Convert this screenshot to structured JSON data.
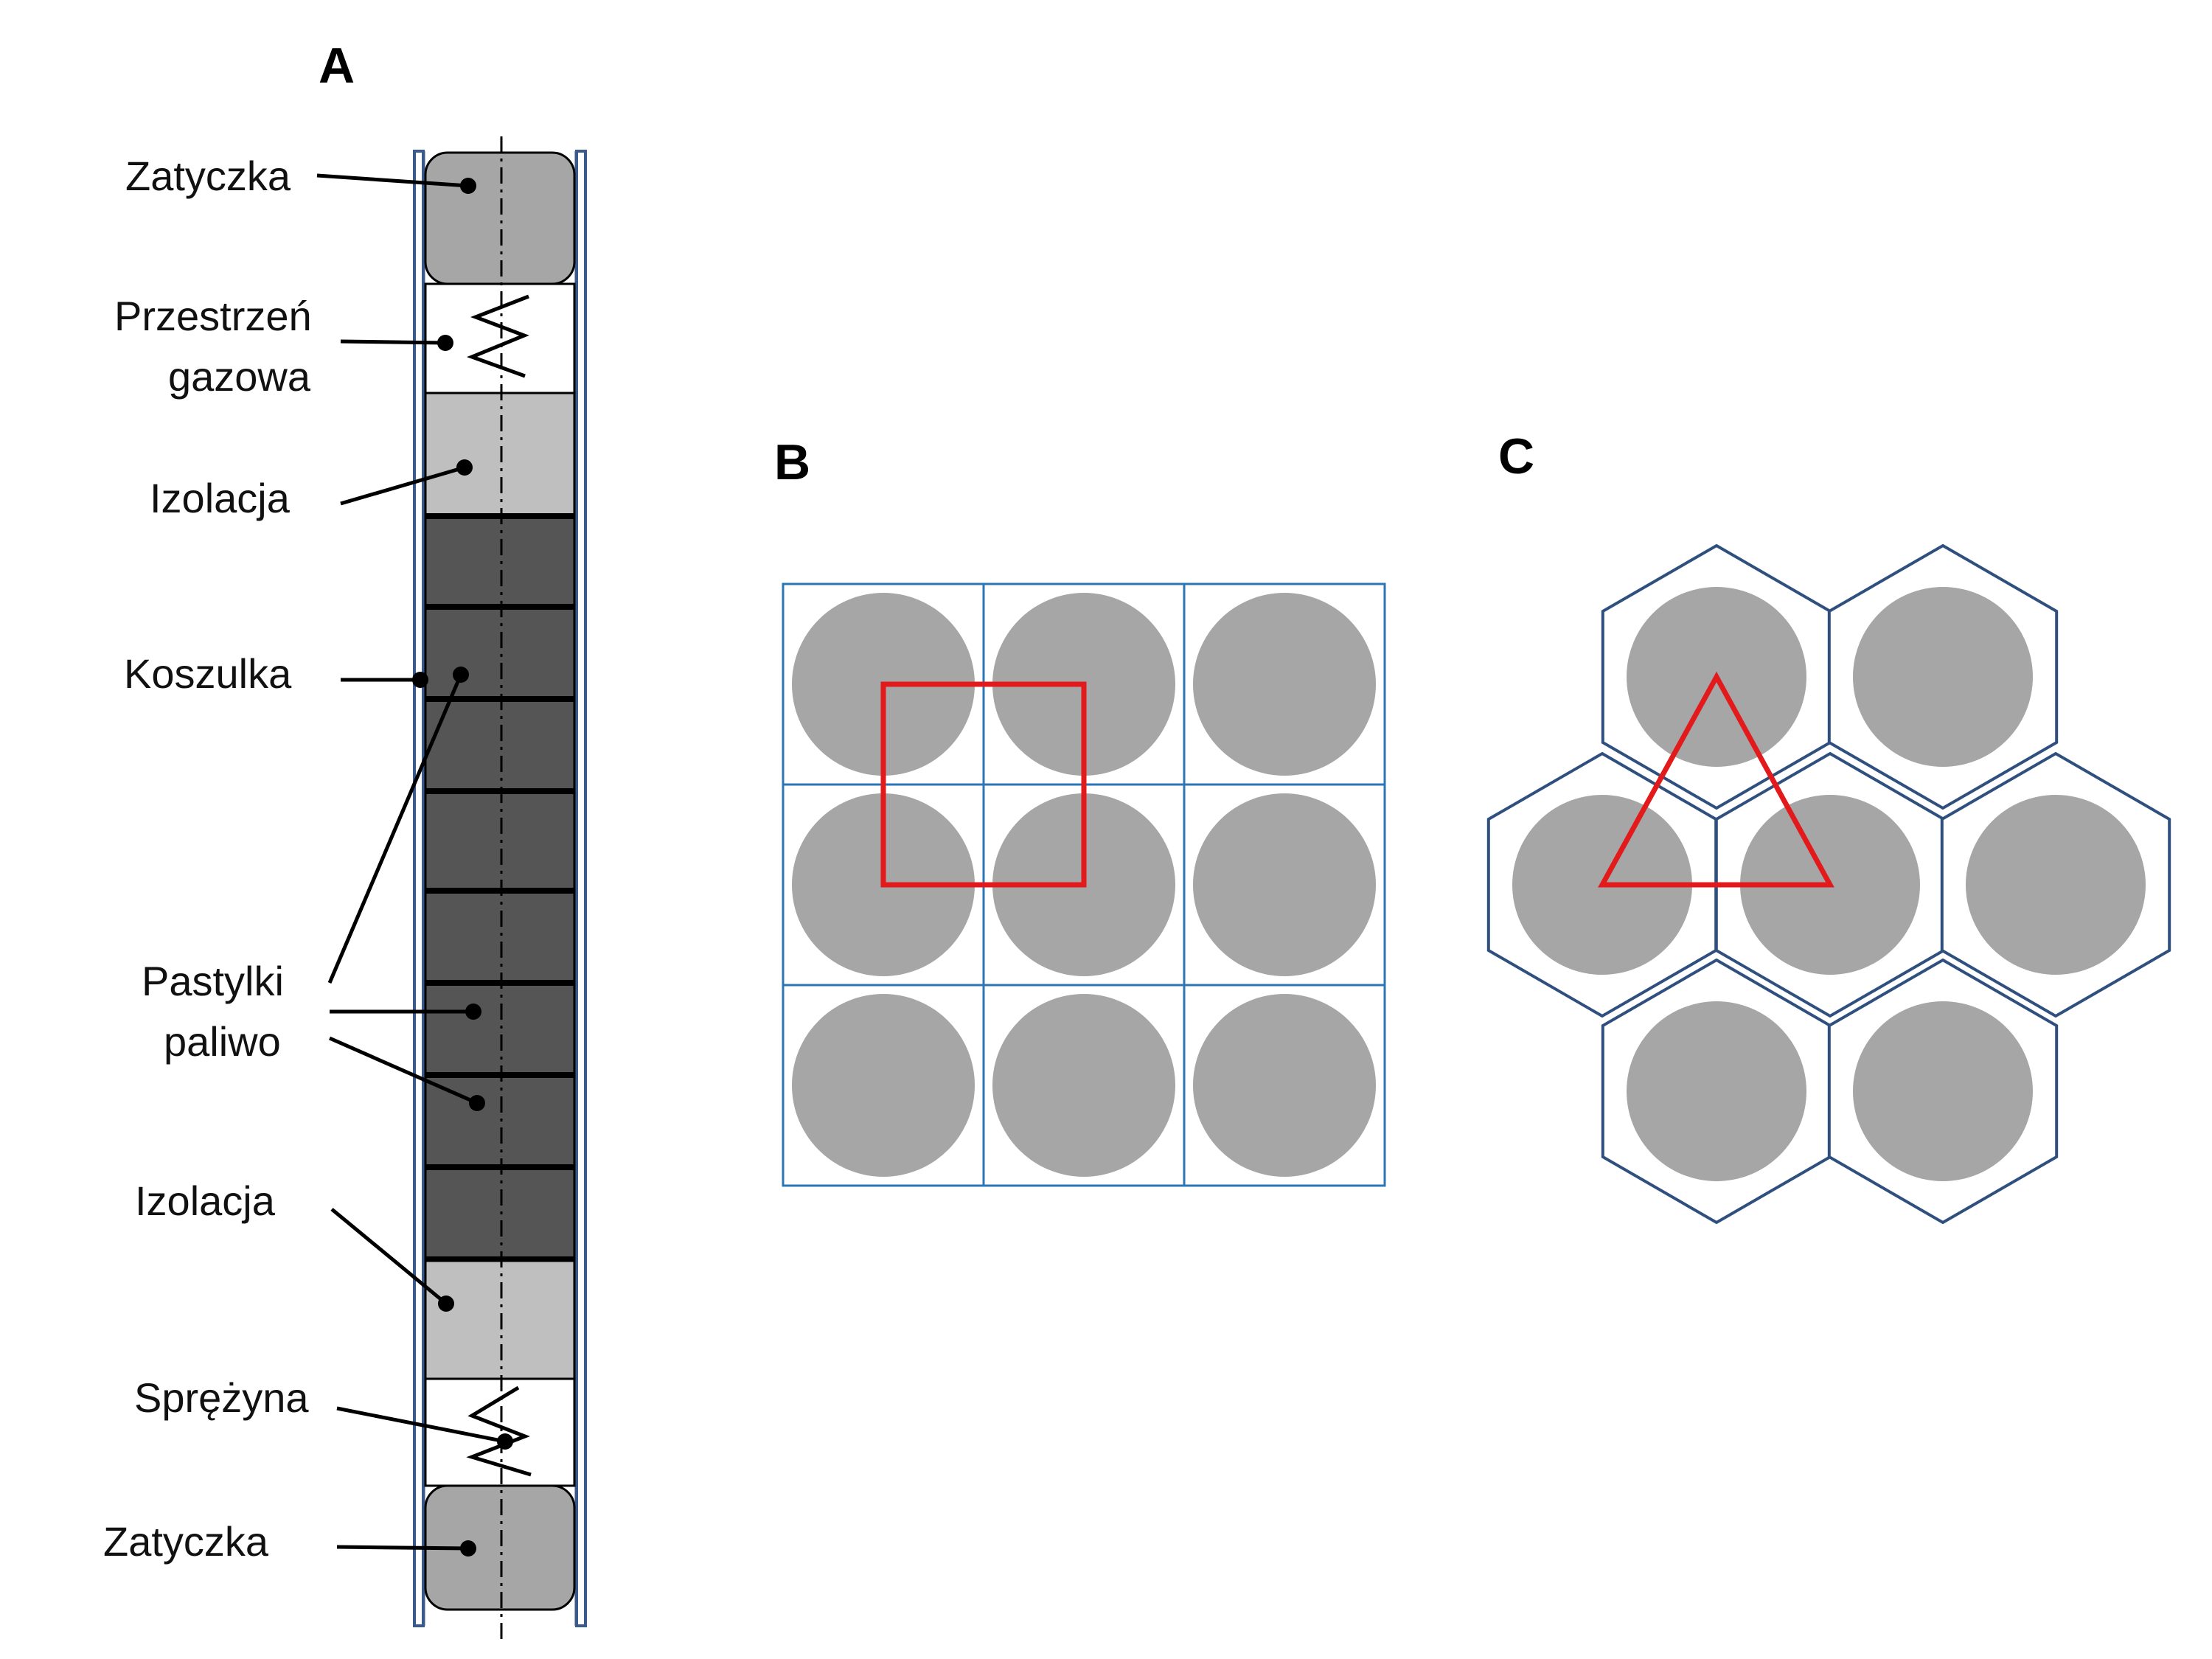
{
  "panels": {
    "a": "A",
    "b": "B",
    "c": "C"
  },
  "labels": {
    "plug_top": "Zatyczka",
    "gas_space_1": "Przestrzeń",
    "gas_space_2": "gazowa",
    "insulation_top": "Izolacja",
    "cladding": "Koszulka",
    "pellets_1": "Pastylki",
    "pellets_2": "paliwo",
    "insulation_bottom": "Izolacja",
    "spring": "Sprężyna",
    "plug_bottom": "Zatyczka"
  },
  "colors": {
    "cladding_outline": "#3b5a8c",
    "plug": "#a6a6a6",
    "insulation": "#bfbfbf",
    "pellet": "#555555",
    "rod_disc": "#a6a6a6",
    "square_cell": "#2e75b6",
    "hex_cell": "#2f4f7f",
    "unit_cell": "#e31a1c"
  },
  "lattice_square": {
    "rows": 3,
    "cols": 3
  },
  "lattice_hex": {
    "cells": 7
  }
}
